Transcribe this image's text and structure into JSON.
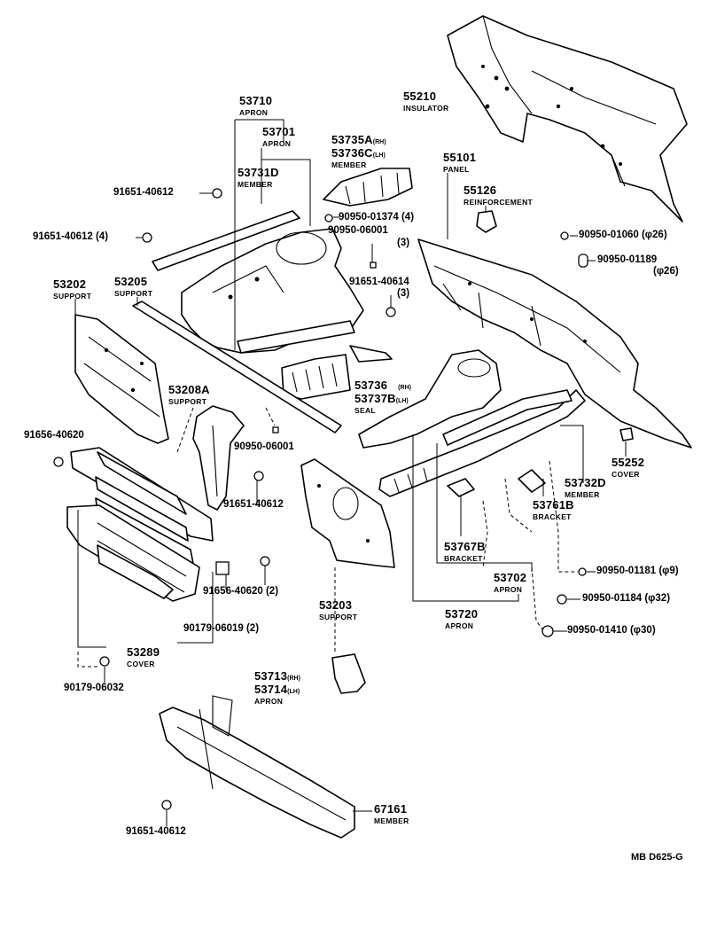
{
  "parts": {
    "p53710": {
      "number": "53710",
      "name": "APRON"
    },
    "p53701": {
      "number": "53701",
      "name": "APRON"
    },
    "p53735": {
      "number": "53735A",
      "side": "(RH)"
    },
    "p53736c": {
      "number": "53736C",
      "side": "(LH)",
      "name": "MEMBER"
    },
    "p53731": {
      "number": "53731D",
      "name": "MEMBER"
    },
    "p55210": {
      "number": "55210",
      "name": "INSULATOR"
    },
    "p55101": {
      "number": "55101",
      "name": "PANEL"
    },
    "p55126": {
      "number": "55126",
      "name": "REINFORCEMENT"
    },
    "p53202": {
      "number": "53202",
      "name": "SUPPORT"
    },
    "p53205": {
      "number": "53205",
      "name": "SUPPORT"
    },
    "p53736": {
      "number": "53736",
      "side": "(RH)"
    },
    "p53737": {
      "number": "53737B",
      "side": "(LH)",
      "name": "SEAL"
    },
    "p53208": {
      "number": "53208A",
      "name": "SUPPORT"
    },
    "p55252": {
      "number": "55252",
      "name": "COVER"
    },
    "p53732": {
      "number": "53732D",
      "name": "MEMBER"
    },
    "p53761": {
      "number": "53761B",
      "name": "BRACKET"
    },
    "p53767": {
      "number": "53767B",
      "name": "BRACKET"
    },
    "p53702": {
      "number": "53702",
      "name": "APRON"
    },
    "p53203": {
      "number": "53203",
      "name": "SUPPORT"
    },
    "p53720": {
      "number": "53720",
      "name": "APRON"
    },
    "p53289": {
      "number": "53289",
      "name": "COVER"
    },
    "p53713": {
      "number": "53713",
      "side": "(RH)"
    },
    "p53714": {
      "number": "53714",
      "side": "(LH)",
      "name": "APRON"
    },
    "p67161": {
      "number": "67161",
      "name": "MEMBER"
    }
  },
  "fasteners": {
    "f1": "91651-40612",
    "f2": "91651-40612 (4)",
    "f3": "90950-01374 (4)",
    "f4": "90950-06001",
    "f4q": "(3)",
    "f5": "91651-40614",
    "f5q": "(3)",
    "f6": "91656-40620",
    "f7": "90950-06001",
    "f8": "91651-40612",
    "f9": "91656-40620 (2)",
    "f10": "90179-06019 (2)",
    "f11": "90179-06032",
    "f12": "91651-40612",
    "f13": "90950-01060 (φ26)",
    "f14": "90950-01189",
    "f14q": "(φ26)",
    "f15": "90950-01181 (φ9)",
    "f16": "90950-01184 (φ32)",
    "f17": "90950-01410 (φ30)"
  },
  "diagram_code": "MB D625-G"
}
